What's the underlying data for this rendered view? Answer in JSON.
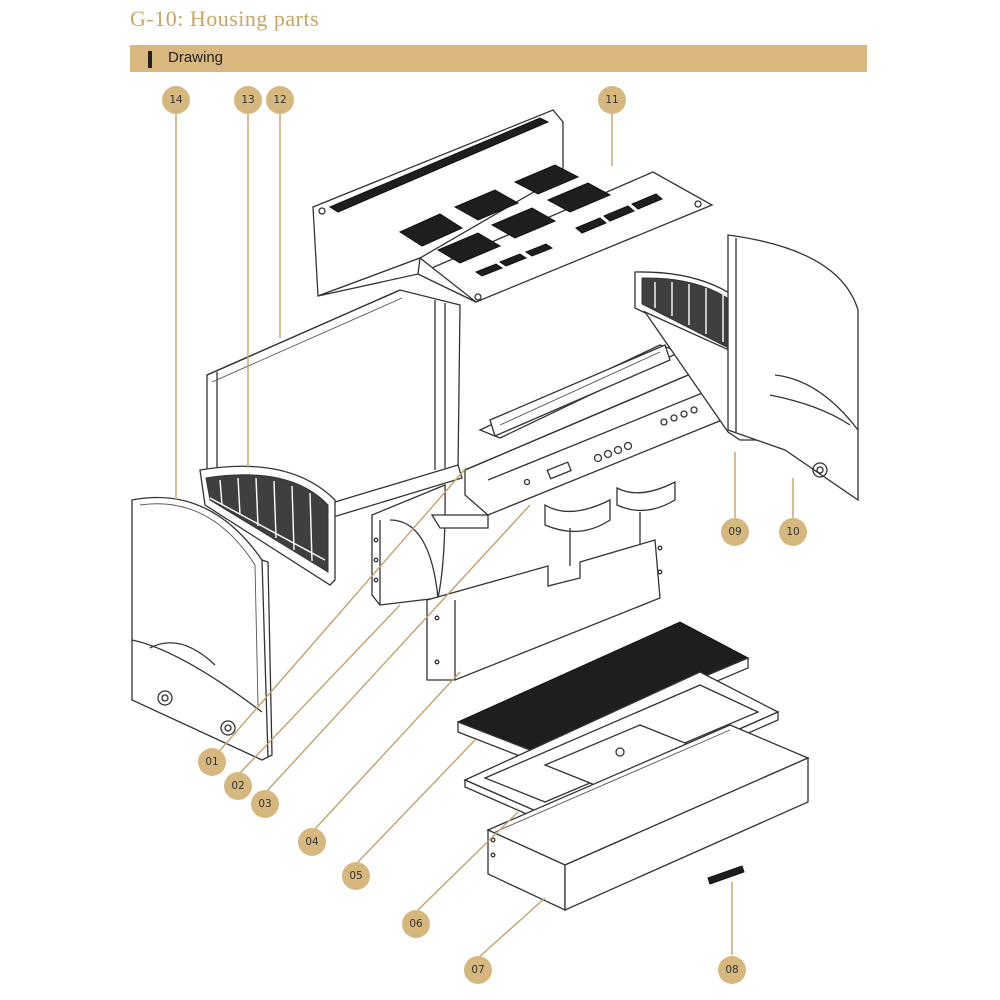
{
  "header": {
    "title": "G-10: Housing parts"
  },
  "section": {
    "label": "Drawing"
  },
  "callouts": [
    {
      "id": "14",
      "label": "14"
    },
    {
      "id": "13",
      "label": "13"
    },
    {
      "id": "12",
      "label": "12"
    },
    {
      "id": "11",
      "label": "11"
    },
    {
      "id": "09",
      "label": "09"
    },
    {
      "id": "10",
      "label": "10"
    },
    {
      "id": "01",
      "label": "01"
    },
    {
      "id": "02",
      "label": "02"
    },
    {
      "id": "03",
      "label": "03"
    },
    {
      "id": "04",
      "label": "04"
    },
    {
      "id": "05",
      "label": "05"
    },
    {
      "id": "06",
      "label": "06"
    },
    {
      "id": "07",
      "label": "07"
    },
    {
      "id": "08",
      "label": "08"
    }
  ],
  "colors": {
    "accent": "#d6b87f",
    "title": "#c9a563",
    "line": "#333333"
  }
}
